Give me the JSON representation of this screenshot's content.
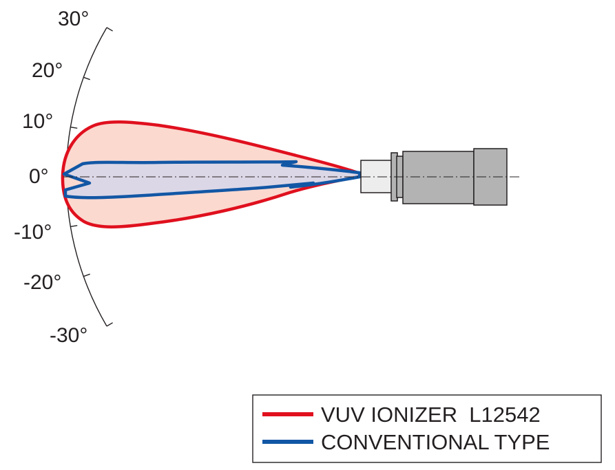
{
  "diagram": {
    "angle_labels": [
      "30°",
      "20°",
      "10°",
      "0°",
      "-10°",
      "-20°",
      "-30°"
    ],
    "legend": [
      {
        "label": "VUV IONIZER  L12542",
        "color": "#e0101e"
      },
      {
        "label": "CONVENTIONAL TYPE",
        "color": "#1257a5"
      }
    ],
    "colors": {
      "vuv_fill": "#fbd9cf",
      "conventional_fill": "#d6d6ea",
      "device_body": "#b3b3b3",
      "device_light": "#ededed",
      "line": "#231f20"
    }
  }
}
